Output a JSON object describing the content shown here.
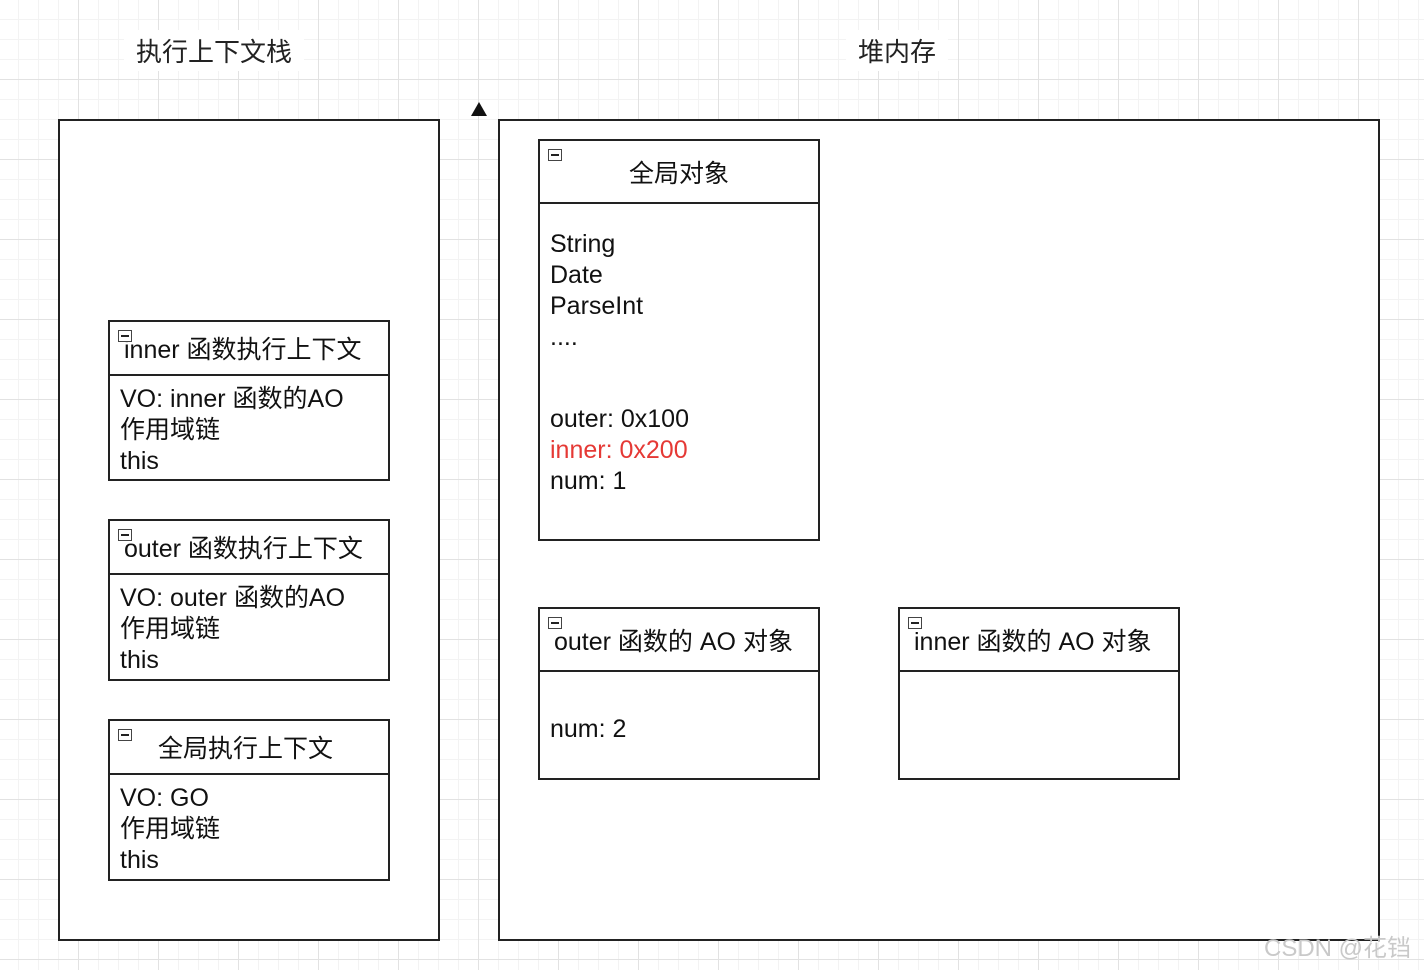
{
  "titles": {
    "stack": "执行上下文栈",
    "heap": "堆内存"
  },
  "stack_frames": {
    "inner": {
      "header": "inner 函数执行上下文",
      "lines": [
        "VO: inner 函数的AO",
        "作用域链",
        "this"
      ]
    },
    "outer": {
      "header": "outer 函数执行上下文",
      "lines": [
        "VO: outer 函数的AO",
        "作用域链",
        "this"
      ]
    },
    "global": {
      "header": "全局执行上下文",
      "lines": [
        "VO: GO",
        "作用域链",
        "this"
      ]
    }
  },
  "heap_objects": {
    "global_object": {
      "header": "全局对象",
      "lines": [
        "String",
        "Date",
        "ParseInt",
        "...."
      ],
      "refs": [
        "outer: 0x100",
        "inner: 0x200",
        "num: 1"
      ],
      "highlight_color": "#e53935"
    },
    "outer_ao": {
      "header": "outer 函数的 AO 对象",
      "lines": [
        "num: 2"
      ]
    },
    "inner_ao": {
      "header": "inner 函数的 AO 对象",
      "lines": []
    }
  },
  "watermark": "CSDN @花铛"
}
